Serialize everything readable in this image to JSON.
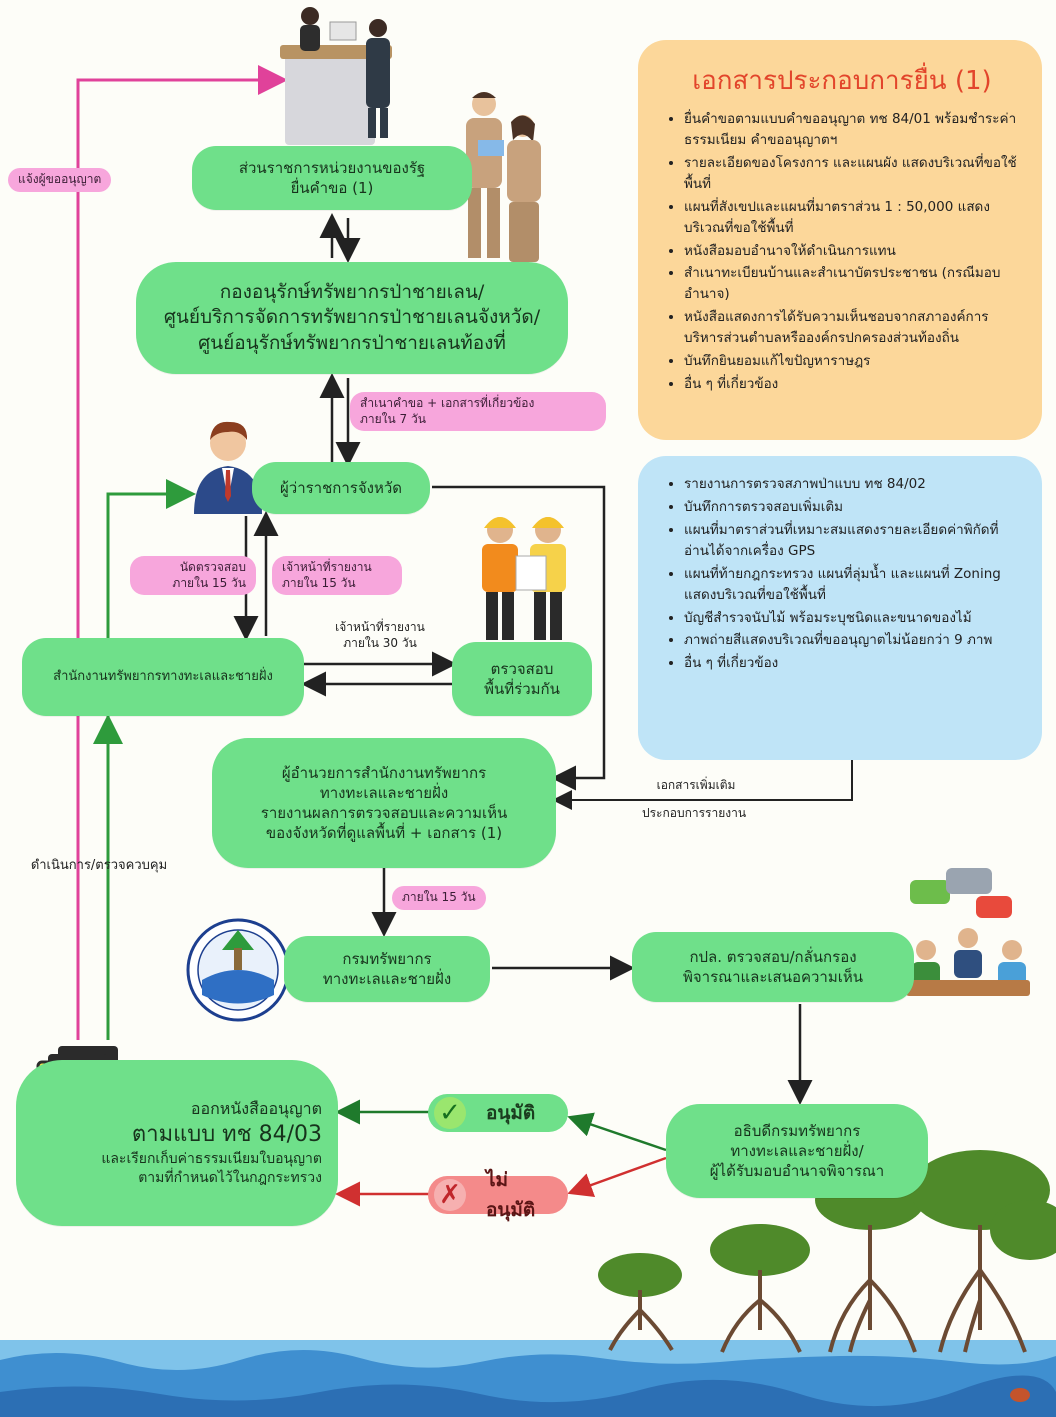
{
  "nodes": {
    "gov_agency": [
      "ส่วนราชการหน่วยงานของรัฐ",
      "ยื่นคำขอ (1)"
    ],
    "forest_center": [
      "กองอนุรักษ์ทรัพยากรป่าชายเลน/",
      "ศูนย์บริการจัดการทรัพยากรป่าชายเลนจังหวัด/",
      "ศูนย์อนุรักษ์ทรัพยากรป่าชายเลนท้องที่"
    ],
    "governor": "ผู้ว่าราชการจังหวัด",
    "marine_office": "สำนักงานทรัพยากรทางทะเลและชายฝั่ง",
    "joint_inspection": [
      "ตรวจสอบ",
      "พื้นที่ร่วมกัน"
    ],
    "office_director": [
      "ผู้อำนวยการสำนักงานทรัพยากร",
      "ทางทะเลและชายฝั่ง",
      "รายงานผลการตรวจสอบและความเห็น",
      "ของจังหวัดที่ดูแลพื้นที่ + เอกสาร (1)"
    ],
    "department": [
      "กรมทรัพยากร",
      "ทางทะเลและชายฝั่ง"
    ],
    "committee": [
      "กปล. ตรวจสอบ/กลั่นกรอง",
      "พิจารณาและเสนอความเห็น"
    ],
    "director_general": [
      "อธิบดีกรมทรัพยากร",
      "ทางทะเลและชายฝั่ง/",
      "ผู้ได้รับมอบอำนาจพิจารณา"
    ],
    "permit": [
      "ออกหนังสืออนุญาต",
      "ตามแบบ ทช 84/03",
      "และเรียกเก็บค่าธรรมเนียมใบอนุญาต",
      "ตามที่กำหนดไว้ในกฎกระทรวง"
    ]
  },
  "labels": {
    "notify_applicant": "แจ้งผู้ขออนุญาต",
    "copy_request": [
      "สำเนาคำขอ + เอกสารที่เกี่ยวข้อง",
      "ภายใน 7 วัน"
    ],
    "schedule_inspection": [
      "นัดตรวจสอบ",
      "ภายใน 15 วัน"
    ],
    "officer_report_15": [
      "เจ้าหน้าที่รายงาน",
      "ภายใน 15 วัน"
    ],
    "officer_report_30": [
      "เจ้าหน้าที่รายงาน",
      "ภายใน 30 วัน"
    ],
    "additional_docs": "เอกสารเพิ่มเติม",
    "report_support": "ประกอบการรายงาน",
    "within_15": "ภายใน 15 วัน",
    "operate_control": "ดำเนินการ/ตรวจควบคุม",
    "approved": "อนุมัติ",
    "not_approved": "ไม่อนุมัติ"
  },
  "documents_box": {
    "title": "เอกสารประกอบการยื่น (1)",
    "items": [
      "ยื่นคำขอตามแบบคำขออนุญาต ทช 84/01 พร้อมชำระค่าธรรมเนียม คำขออนุญาตฯ",
      "รายละเอียดของโครงการ และแผนผัง แสดงบริเวณที่ขอใช้พื้นที่",
      "แผนที่สังเขปและแผนที่มาตราส่วน 1 : 50,000 แสดงบริเวณที่ขอใช้พื้นที่",
      "หนังสือมอบอำนาจให้ดำเนินการแทน",
      "สำเนาทะเบียนบ้านและสำเนาบัตรประชาชน (กรณีมอบอำนาจ)",
      "หนังสือแสดงการได้รับความเห็นชอบจากสภาองค์การบริหารส่วนตำบลหรือองค์กรปกครองส่วนท้องถิ่น",
      "บันทึกยินยอมแก้ไขปัญหาราษฎร",
      "อื่น ๆ ที่เกี่ยวข้อง"
    ]
  },
  "inspection_box": {
    "items": [
      "รายงานการตรวจสภาพป่าแบบ ทช 84/02",
      "บันทึกการตรวจสอบเพิ่มเติม",
      "แผนที่มาตราส่วนที่เหมาะสมแสดงรายละเอียดค่าพิกัดที่อ่านได้จากเครื่อง GPS",
      "แผนที่ท้ายกฎกระทรวง แผนที่ลุ่มน้ำ และแผนที่ Zoning แสดงบริเวณที่ขอใช้พื้นที่",
      "บัญชีสำรวจนับไม้ พร้อมระบุชนิดและขนาดของไม้",
      "ภาพถ่ายสีแสดงบริเวณที่ขออนุญาตไม่น้อยกว่า 9 ภาพ",
      "อื่น ๆ ที่เกี่ยวข้อง"
    ]
  },
  "colors": {
    "node": "#6fe08a",
    "pill": "#f7a6dc",
    "documents_box": "#fcd79a",
    "inspection_box": "#bfe4f7",
    "title": "#e2452b",
    "approve_arrow": "#1f7a2c",
    "reject_arrow": "#d03030",
    "notify_arrow": "#e0429a",
    "control_arrow": "#2e9b3c"
  },
  "icons": [
    "reception-desk-illustration",
    "officers-illustration",
    "governor-avatar",
    "engineers-illustration",
    "department-seal-icon",
    "meeting-illustration",
    "document-check-icon",
    "check-icon",
    "cross-icon",
    "mangrove-scene"
  ]
}
